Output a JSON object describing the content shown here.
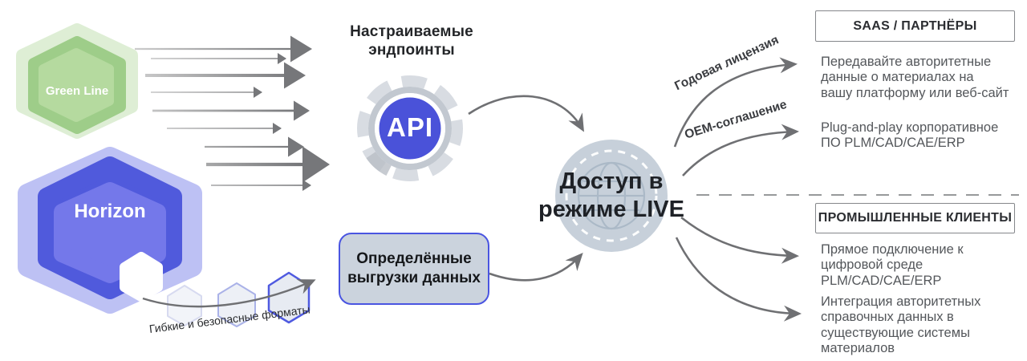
{
  "product": {
    "green_label": "Green Line",
    "horizon_label": "Horizon"
  },
  "endpoints": {
    "title": "Настраиваемые\nэндпоинты",
    "api_label": "API"
  },
  "exports": {
    "label": "Определённые\nвыгрузки данных"
  },
  "formats_caption": "Гибкие и безопасные форматы",
  "live": {
    "label": "Доступ в\nрежиме LIVE"
  },
  "branch_labels": {
    "annual": "Годовая лицензия",
    "oem": "ОЕМ-соглашение"
  },
  "saas": {
    "title": "SAAS / ПАРТНЁРЫ",
    "items": [
      "Передавайте авторитетные\nданные о материалах на\nвашу платформу или веб-сайт",
      "Plug-and-play корпоративное\nПО PLM/CAD/CAE/ERP"
    ]
  },
  "industrial": {
    "title": "ПРОМЫШЛЕННЫЕ КЛИЕНТЫ",
    "items": [
      "Прямое подключение к\nцифровой среде\nPLM/CAD/CAE/ERP",
      "Интеграция авторитетных\nсправочных данных в\nсуществующие системы\nматериалов"
    ]
  },
  "colors": {
    "accent_blue": "#4a52d9",
    "accent_green": "#9bcc85",
    "globe_fill": "#c7d0da",
    "arrow_gray": "#6f7073"
  }
}
